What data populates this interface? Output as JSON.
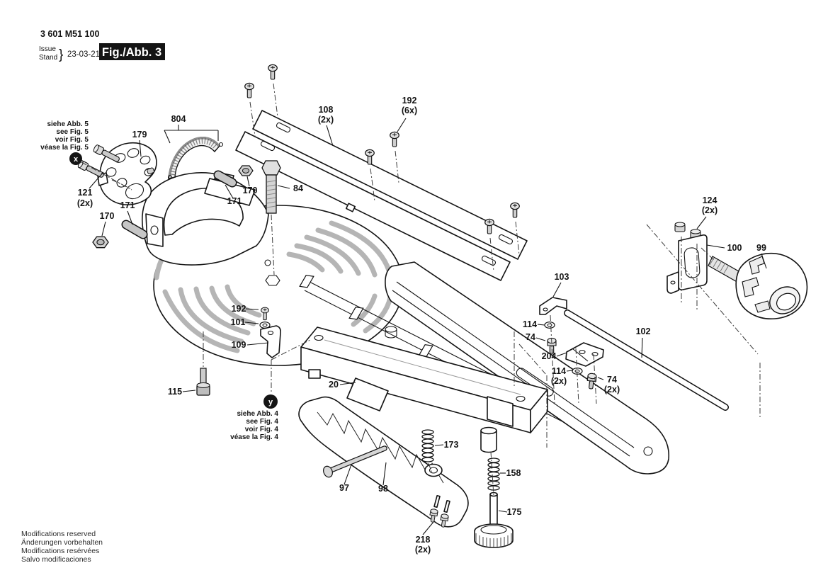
{
  "header": {
    "part_number": "3 601 M51 100",
    "issue_label": "Issue",
    "stand_label": "Stand",
    "brace": "}",
    "date": "23-03-21",
    "figure_label": "Fig./Abb. 3"
  },
  "see_fig5": {
    "marker": "x",
    "lines": [
      "siehe Abb. 5",
      "see Fig. 5",
      "voir Fig. 5",
      "véase la Fig. 5"
    ]
  },
  "see_fig4": {
    "marker": "y",
    "lines": [
      "siehe Abb. 4",
      "see Fig. 4",
      "voir Fig. 4",
      "véase la Fig. 4"
    ]
  },
  "footer": {
    "lines": [
      "Modifications reserved",
      "Änderungen vorbehalten",
      "Modifications resérvées",
      "Salvo modificaciones"
    ]
  },
  "colors": {
    "ink": "#141414",
    "metal_gray": "#c9c9c9",
    "paper": "#ffffff"
  },
  "parts": {
    "p179": {
      "num": "179"
    },
    "p804": {
      "num": "804"
    },
    "p121": {
      "num": "121",
      "qty": "(2x)"
    },
    "p170a": {
      "num": "170"
    },
    "p171a": {
      "num": "171"
    },
    "p170b": {
      "num": "170"
    },
    "p171b": {
      "num": "171"
    },
    "p84": {
      "num": "84"
    },
    "p108": {
      "num": "108",
      "qty": "(2x)"
    },
    "p192top": {
      "num": "192",
      "qty": "(6x)"
    },
    "p124": {
      "num": "124",
      "qty": "(2x)"
    },
    "p100": {
      "num": "100"
    },
    "p99": {
      "num": "99"
    },
    "p103": {
      "num": "103"
    },
    "p114a": {
      "num": "114"
    },
    "p74a": {
      "num": "74"
    },
    "p204": {
      "num": "204"
    },
    "p114b": {
      "num": "114",
      "qty": "(2x)"
    },
    "p74b": {
      "num": "74",
      "qty": "(2x)"
    },
    "p102": {
      "num": "102"
    },
    "p192b": {
      "num": "192"
    },
    "p101": {
      "num": "101"
    },
    "p109": {
      "num": "109"
    },
    "p115": {
      "num": "115"
    },
    "p20": {
      "num": "20"
    },
    "p97": {
      "num": "97"
    },
    "p98": {
      "num": "98"
    },
    "p173": {
      "num": "173"
    },
    "p158": {
      "num": "158"
    },
    "p175": {
      "num": "175"
    },
    "p218": {
      "num": "218",
      "qty": "(2x)"
    }
  }
}
